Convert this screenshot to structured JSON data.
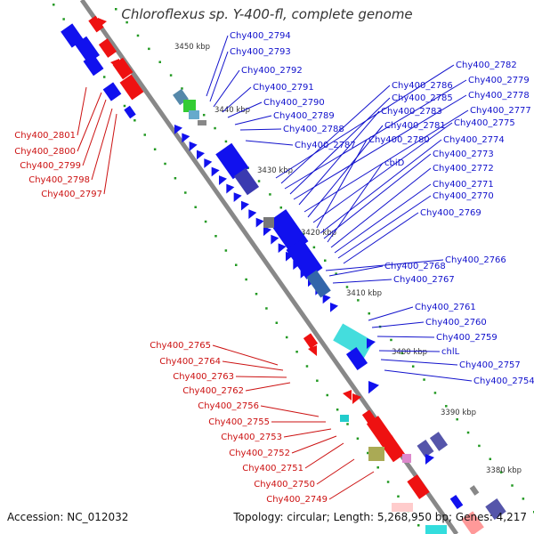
{
  "title": "Chloroflexus sp. Y-400-fl, complete genome",
  "footer": {
    "accession": "Accession: NC_012032",
    "topology": "Topology: circular; Length: 5,268,950 bp; Genes: 4,217"
  },
  "colors": {
    "reverse_strand": "#ee1111",
    "forward_strand": "#1111ee",
    "backbone": "#888888",
    "minor_tick": "#229922",
    "label_blue": "#1111cc",
    "label_red": "#cc1111"
  },
  "ticks": [
    "3450 kbp",
    "3440 kbp",
    "3430 kbp",
    "3420 kbp",
    "3410 kbp",
    "3400 kbp",
    "3390 kbp",
    "3380 kbp"
  ],
  "labels_left": [
    "Chy400_2801",
    "Chy400_2800",
    "Chy400_2799",
    "Chy400_2798",
    "Chy400_2797",
    "Chy400_2765",
    "Chy400_2764",
    "Chy400_2763",
    "Chy400_2762",
    "Chy400_2756",
    "Chy400_2755",
    "Chy400_2753",
    "Chy400_2752",
    "Chy400_2751",
    "Chy400_2750",
    "Chy400_2749"
  ],
  "labels_right": [
    "Chy400_2794",
    "Chy400_2793",
    "Chy400_2792",
    "Chy400_2791",
    "Chy400_2790",
    "Chy400_2789",
    "Chy400_2788",
    "Chy400_2787",
    "Chy400_2782",
    "Chy400_2786",
    "Chy400_2779",
    "Chy400_2785",
    "Chy400_2778",
    "Chy400_2783",
    "Chy400_2777",
    "Chy400_2781",
    "Chy400_2775",
    "Chy400_2780",
    "Chy400_2774",
    "Chy400_2773",
    "cbiD",
    "Chy400_2772",
    "Chy400_2771",
    "Chy400_2770",
    "Chy400_2769",
    "Chy400_2766",
    "Chy400_2768",
    "Chy400_2767",
    "Chy400_2761",
    "Chy400_2760",
    "Chy400_2759",
    "chlL",
    "Chy400_2757",
    "Chy400_2754"
  ]
}
